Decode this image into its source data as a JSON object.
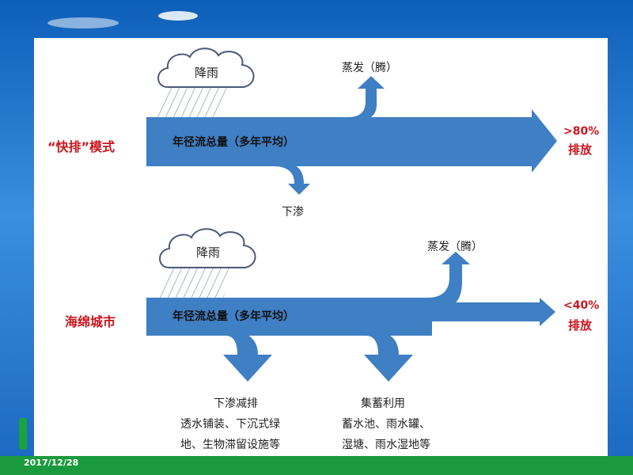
{
  "top": {
    "mode_label": "“快排”模式",
    "rain_label": "降雨",
    "evaporation_label": "蒸发（腾）",
    "runoff_label": "年径流总量（多年平均）",
    "infiltration_label": "下渗",
    "discharge_pct": ">80%",
    "discharge_label": "排放"
  },
  "bottom": {
    "mode_label": "海绵城市",
    "rain_label": "降雨",
    "evaporation_label": "蒸发（腾）",
    "runoff_label": "年径流总量（多年平均）",
    "discharge_pct": "<40%",
    "discharge_label": "排放",
    "infiltration_title": "下渗减排",
    "infiltration_line1": "透水铺装、下沉式绿",
    "infiltration_line2": "地、生物滞留设施等",
    "harvest_title": "集蓄利用",
    "harvest_line1": "蓄水池、雨水罐、",
    "harvest_line2": "湿塘、雨水湿地等"
  },
  "footer": {
    "date": "2017/12/28"
  },
  "colors": {
    "flow_blue": "#3f7fc3",
    "mode_red": "#c8161e",
    "text_dark": "#222222",
    "footer_green": "#1a9a3c"
  }
}
